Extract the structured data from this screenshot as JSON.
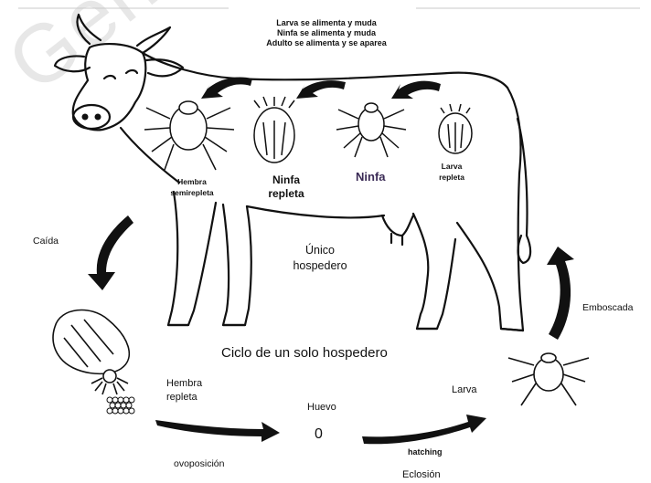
{
  "header": {
    "lines": [
      "Larva se alimenta y muda",
      "Ninfa se alimenta y muda",
      "Adulto se alimenta y se aparea"
    ]
  },
  "watermark": "Gen",
  "stages_on_host": {
    "female": [
      "Hembra",
      "semirepleta"
    ],
    "nymph_replete": [
      "Ninfa",
      "repleta"
    ],
    "nymph": "Ninfa",
    "larva_replete": [
      "Larva",
      "repleta"
    ]
  },
  "host": [
    "Único",
    "hospedero"
  ],
  "cycle_title": "Ciclo de un solo hospedero",
  "labels": {
    "fall": "Caída",
    "ambush": "Emboscada",
    "female_replete": [
      "Hembra",
      "repleta"
    ],
    "oviposition": "ovoposición",
    "egg": "Huevo",
    "egg_symbol": "0",
    "larva": "Larva",
    "hatching": "hatching",
    "eclosion": "Eclosión"
  }
}
